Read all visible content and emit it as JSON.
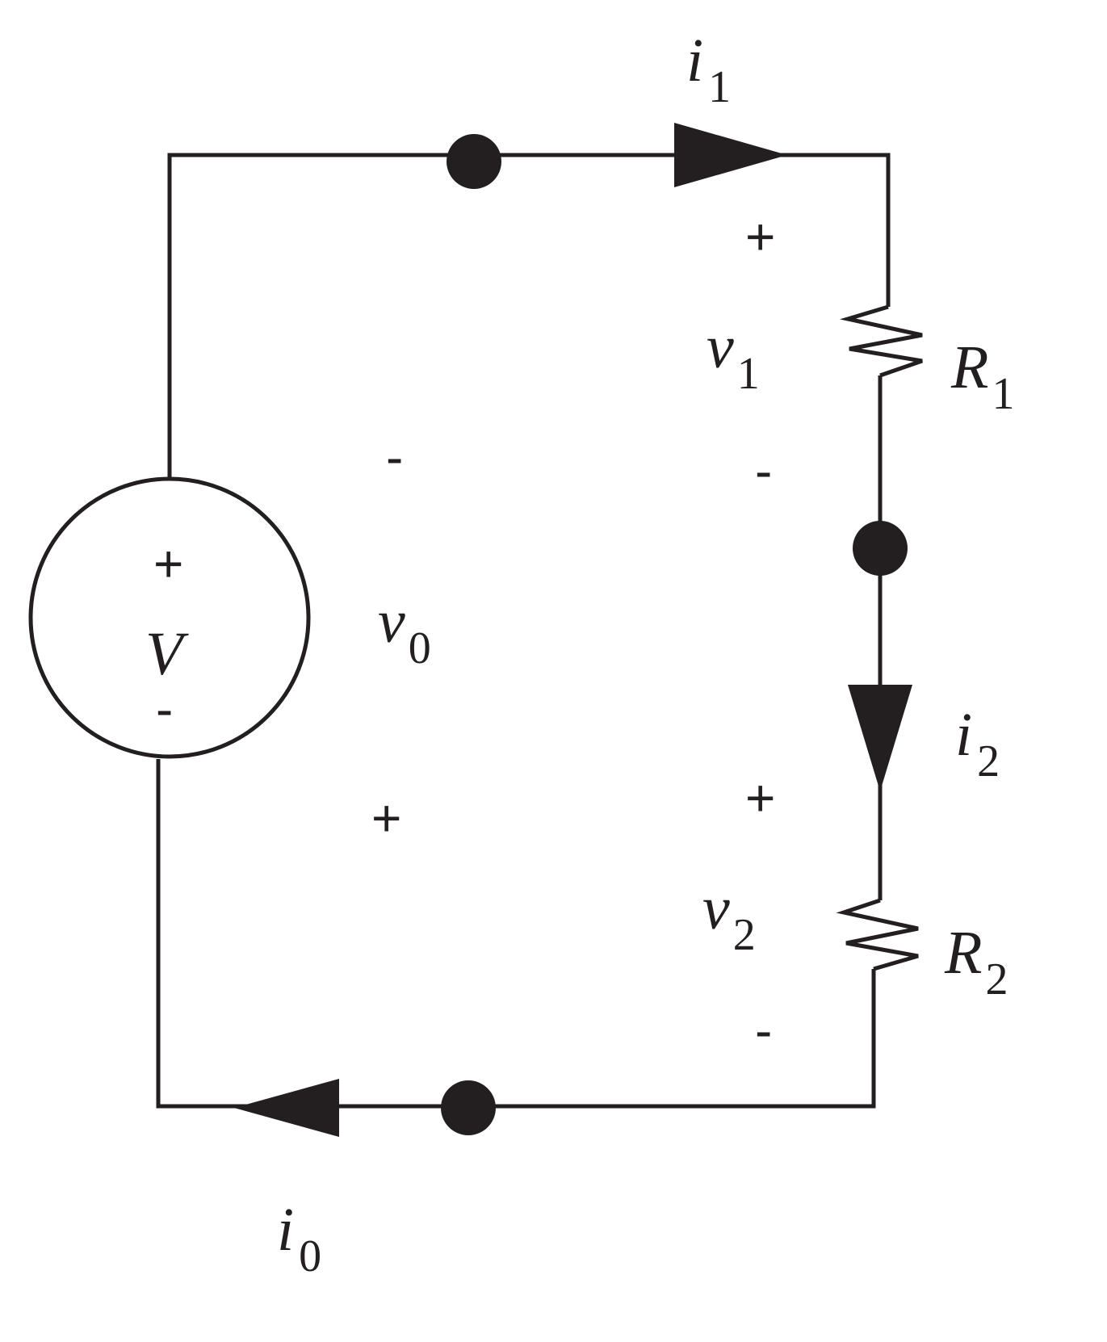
{
  "diagram": {
    "type": "circuit",
    "description": "Series circuit with a voltage source and two resistors",
    "colors": {
      "ink": "#231f20",
      "background": "#ffffff"
    },
    "source": {
      "symbol": "V",
      "plus": "+",
      "minus": "-"
    },
    "resistors": [
      {
        "name": "R",
        "sub": "1"
      },
      {
        "name": "R",
        "sub": "2"
      }
    ],
    "currents": [
      {
        "name": "i",
        "sub": "1",
        "direction": "right"
      },
      {
        "name": "i",
        "sub": "2",
        "direction": "down"
      },
      {
        "name": "i",
        "sub": "0",
        "direction": "left"
      }
    ],
    "voltages": [
      {
        "name": "v",
        "sub": "1",
        "plus": "+",
        "minus": "-"
      },
      {
        "name": "v",
        "sub": "2",
        "plus": "+",
        "minus": "-"
      },
      {
        "name": "v",
        "sub": "0",
        "plus": "+",
        "minus": "-"
      }
    ],
    "nodes": [
      "top",
      "middle-right",
      "bottom"
    ]
  }
}
